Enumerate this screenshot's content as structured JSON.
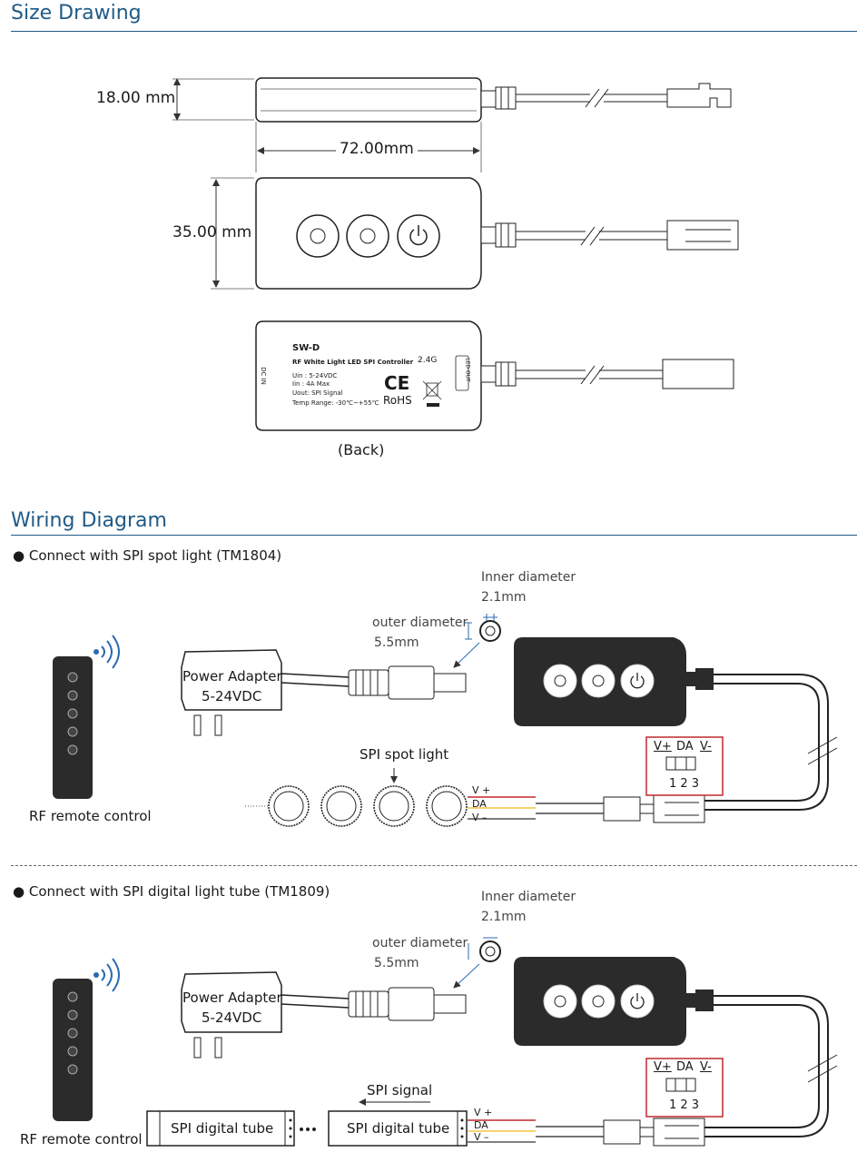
{
  "size_drawing": {
    "title": "Size Drawing",
    "dim_height": "18.00 mm",
    "dim_length": "72.00mm",
    "dim_width": "35.00 mm",
    "back_caption": "(Back)",
    "label": {
      "model": "SW-D",
      "desc": "RF White Light LED SPI Controller",
      "uin": "Uin  : 5-24VDC",
      "iin": "Iin   : 4A Max",
      "uout": "Uout: SPI Signal",
      "temp": "Temp Range: -30℃~+55℃",
      "freq": "2.4G",
      "ce": "CE",
      "rohs": "RoHS",
      "dc_in": "DC IN",
      "led_out": "LED OUT"
    }
  },
  "wiring": {
    "title": "Wiring Diagram",
    "diagram1": {
      "bullet": "Connect with SPI spot light (TM1804)",
      "inner_diameter_label": "Inner diameter",
      "inner_diameter_value": "2.1mm",
      "outer_diameter_label": "outer diameter",
      "outer_diameter_value": "5.5mm",
      "adapter_line1": "Power Adapter",
      "adapter_line2": "5-24VDC",
      "load_label": "SPI spot light",
      "remote_label": "RF remote control",
      "pins": [
        "V+",
        "DA",
        "V-"
      ],
      "pin_numbers": "1 2 3",
      "wires": [
        "V +",
        "DA",
        "V –"
      ]
    },
    "diagram2": {
      "bullet": "Connect with SPI digital light tube (TM1809)",
      "inner_diameter_label": "Inner diameter",
      "inner_diameter_value": "2.1mm",
      "outer_diameter_label": "outer diameter",
      "outer_diameter_value": "5.5mm",
      "adapter_line1": "Power Adapter",
      "adapter_line2": "5-24VDC",
      "signal_label": "SPI signal",
      "tube_label": "SPI digital tube",
      "remote_label": "RF remote control",
      "pins": [
        "V+",
        "DA",
        "V-"
      ],
      "pin_numbers": "1 2 3",
      "wires": [
        "V +",
        "DA",
        "V –"
      ]
    }
  }
}
